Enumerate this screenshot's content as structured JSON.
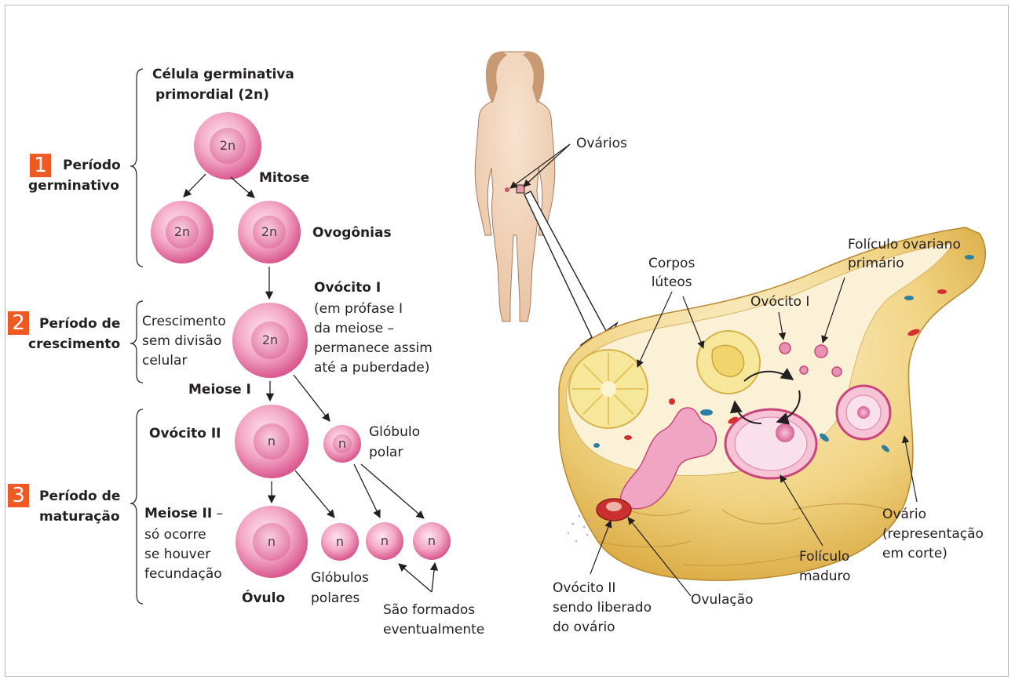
{
  "phases": {
    "germinative": {
      "number": "1",
      "label_line1": "Período",
      "label_line2": "germinativo"
    },
    "growth": {
      "number": "2",
      "label_line1": "Período de",
      "label_line2": "crescimento"
    },
    "maturation": {
      "number": "3",
      "label_line1": "Período de",
      "label_line2": "maturação"
    }
  },
  "labels": {
    "primordial_line1": "Célula germinativa",
    "primordial_line2": "primordial (2n)",
    "mitosis": "Mitose",
    "oogonia": "Ovogônias",
    "oocyte1_title": "Ovócito I",
    "oocyte1_note": "(em prófase I\nda meiose –\npermanece assim\naté a puberdade)",
    "growth_note": "Crescimento\nsem divisão\ncelular",
    "meiosis1": "Meiose I",
    "oocyte2": "Ovócito II",
    "polar_body": "Glóbulo\npolar",
    "meiosis2": "Meiose II",
    "meiosis2_dash": " –",
    "meiosis2_note": "só ocorre\nse houver\nfecundação",
    "ovum": "Óvulo",
    "polar_bodies": "Glóbulos\npolares",
    "formed_eventually": "São formados\neventualmente"
  },
  "ploidy": {
    "diploid": "2n",
    "haploid": "n"
  },
  "anatomy": {
    "ovaries": "Ovários",
    "corpora_lutea": "Corpos\nlúteos",
    "oocyte1": "Ovócito I",
    "primary_follicle": "Folículo ovariano\nprimário",
    "ovary_section": "Ovário\n(representação\nem corte)",
    "mature_follicle": "Folículo\nmaduro",
    "ovulation": "Ovulação",
    "oocyte2_released": "Ovócito II\nsendo liberado\ndo ovário"
  },
  "colors": {
    "accent": "#ef5a24",
    "cell_pink": "#ec8fb5",
    "ovary_yellow": "#f2d27a"
  }
}
